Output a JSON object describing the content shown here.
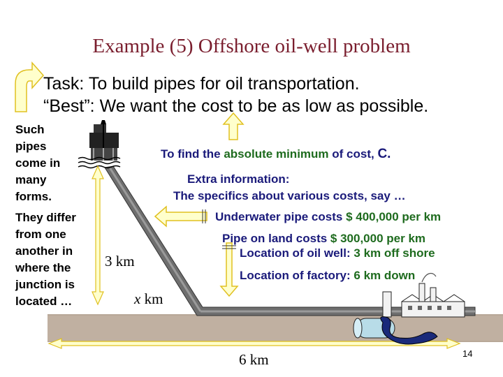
{
  "title": "Example (5) Offshore oil-well problem",
  "task_line1": "Task: To build pipes for oil transportation.",
  "task_line2": "“Best”: We want the cost to be as low as possible.",
  "side_text_1": [
    "Such",
    "pipes",
    "come in",
    "many",
    "forms."
  ],
  "side_text_2": [
    "They differ",
    "from one",
    "another in",
    "where the",
    "junction is",
    "located …"
  ],
  "goal": {
    "prefix": "To find the ",
    "highlight": "absolute minimum",
    "middle": " of  cost, ",
    "var": "C."
  },
  "extra_title": "Extra information:",
  "extra_subtitle": "The specifics about various costs, say …",
  "costs": [
    {
      "label": "Underwater pipe costs ",
      "value": "$ 400,000 per km"
    },
    {
      "label": "Pipe on land costs ",
      "value": "$ 300,000 per km"
    },
    {
      "label": "Location of oil well: ",
      "value": "3 km off shore"
    },
    {
      "label": "Location of factory: ",
      "value": "6 km down"
    }
  ],
  "label_offshore": "3 km",
  "label_x": "x",
  "label_x_unit": " km",
  "label_down": "6 km",
  "page_number": "14",
  "colors": {
    "title": "#7a1e2e",
    "arrow_fill": "#ffffcc",
    "arrow_stroke": "#e0c020",
    "pipe": "#707070",
    "ground": "#b8a898",
    "blue_text": "#1a1a7a",
    "green_text": "#1e6b1e"
  }
}
